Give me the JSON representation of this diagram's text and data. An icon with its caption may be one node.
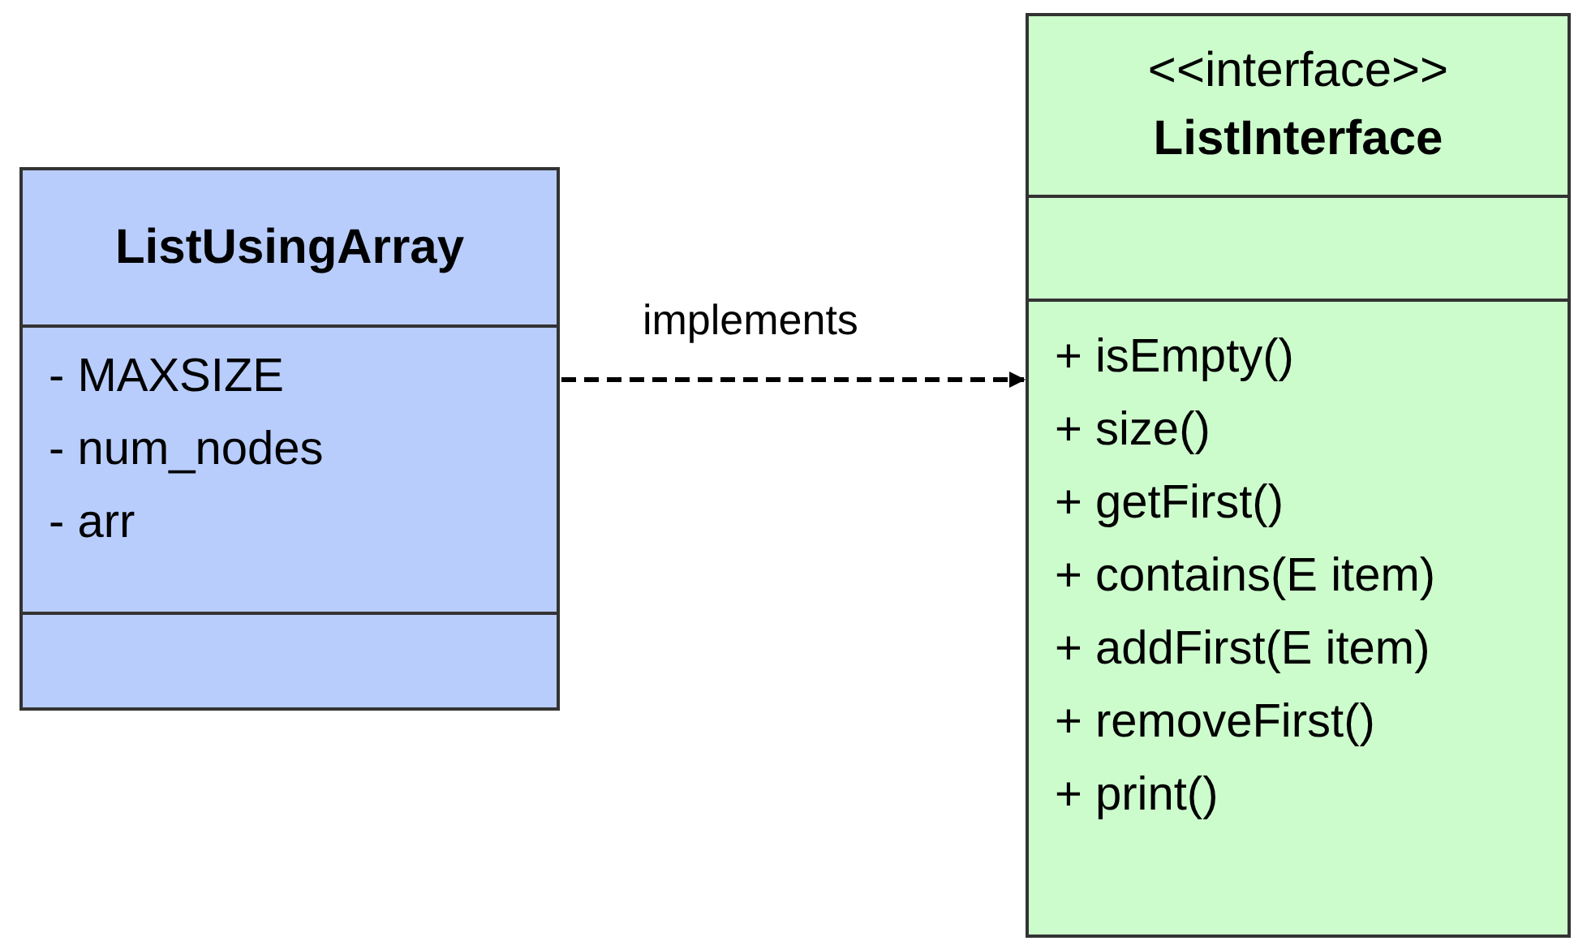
{
  "diagram": {
    "nodes": [
      {
        "text": [
          "ListUsingArray",
          "- MAXSIZE",
          "- num_nodes",
          "- arr"
        ]
      },
      {
        "text": [
          "<<interface>>",
          "ListInterface",
          "+ isEmpty()",
          "+ size()",
          "+ getFirst()",
          "+ contains(E item)",
          "+ addFirst(E item)",
          "+ removeFirst()",
          "+ print()"
        ]
      }
    ],
    "edges": [
      {
        "from": 0,
        "to": 1,
        "arrow": "to",
        "label": "implements",
        "style": "dashed"
      }
    ]
  }
}
